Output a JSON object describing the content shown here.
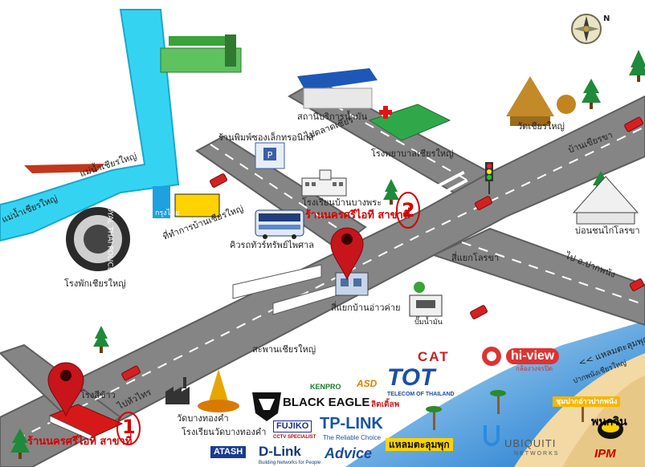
{
  "compass": {
    "north_label": "N"
  },
  "labels": {
    "river_upper": "แม่น้ำเชียรใหญ่",
    "river_lower": "แม่น้ำเชียรใหญ่",
    "police": "โรงพักเชียรใหญ่",
    "police_seal": "ROYAL THAI POLICE",
    "krungthai": "ที่ทำการบ้านเชียรใหญ่",
    "bank_name": "กรุงไทย",
    "shop_print": "ร้านพิมพ์ซองเล็กทรอนิกส์",
    "gas_station2": "สถานีบริการน้ำมัน",
    "gas_sub": "ไปตลาดเชียร",
    "hospital": "โรงพยาบาลเชียรใหญ่",
    "temple": "วัดเชียรใหญ่",
    "road_right": "บ้านเขียรขา",
    "school_center": "โรงเรียนบ้านบางพระ",
    "shop2": "ร้านนครศรีไอที สาขาที่",
    "shop2_num": "2",
    "bus_stop": "คิวรถทัวร์ทรัพย์ไพศาล",
    "jct_loesai": "สี่แยกโลรขา",
    "stadium": "บ่อนชนไก่โลรขา",
    "to_pak": "ไป อ.ปากพนัง",
    "jct_home": "สี่แยกบ้านอ่าวค่าย",
    "gas_small": "ปั๊มน้ำมัน",
    "bridge": "สะพานเชียรใหญ่",
    "factory": "โรงสีข้าว",
    "to_hua": "ไปหัวไทร",
    "temple_gold": "วัดบางทองคำ",
    "school_gold": "โรงเรียนวัดบางทองคำ",
    "shop1": "ร้านนครศรีไอที สาขาที่",
    "shop1_num": "1",
    "coast_road": "<< แหลมตะลุมพุก",
    "coast_right": "ปากพนังเชียรใหญ่",
    "pakbang": "ชุมปากอ่าวปากพนัง",
    "talumpuk": "แหลมตะลุมพุก"
  },
  "logos": {
    "cat": "CAT",
    "tot": "TOT",
    "tot_sub": "TELECOM OF THAILAND",
    "hiview": "hi-view",
    "hiview_sub": "กล้องวงจรปิด",
    "kenpro": "KENPRO",
    "asd": "ASD",
    "blackeagle": "BLACK EAGLE",
    "sitti": "ลิตเติ้ลพ",
    "fujiko": "FUJIKO",
    "fujiko_sub": "CCTV SPECIALIST",
    "tplink": "TP-LINK",
    "tplink_sub": "The Reliable Choice",
    "atash": "ATASH",
    "dlink": "D-Link",
    "dlink_sub": "Building Networks for People",
    "advice": "Advice",
    "ubiquiti": "UBIQUITI",
    "ubiquiti_sub": "NETWORKS",
    "ipm": "IPM",
    "pakphanang": "พนกวิน"
  },
  "colors": {
    "road": "#858585",
    "road_edge": "#5e5e5e",
    "river": "#35d3f2",
    "pin": "#c8141b",
    "sea": "#1a83d6",
    "sand": "#f3d9a4",
    "tree": "#1e8a3a",
    "grass": "#b9c4a0"
  }
}
